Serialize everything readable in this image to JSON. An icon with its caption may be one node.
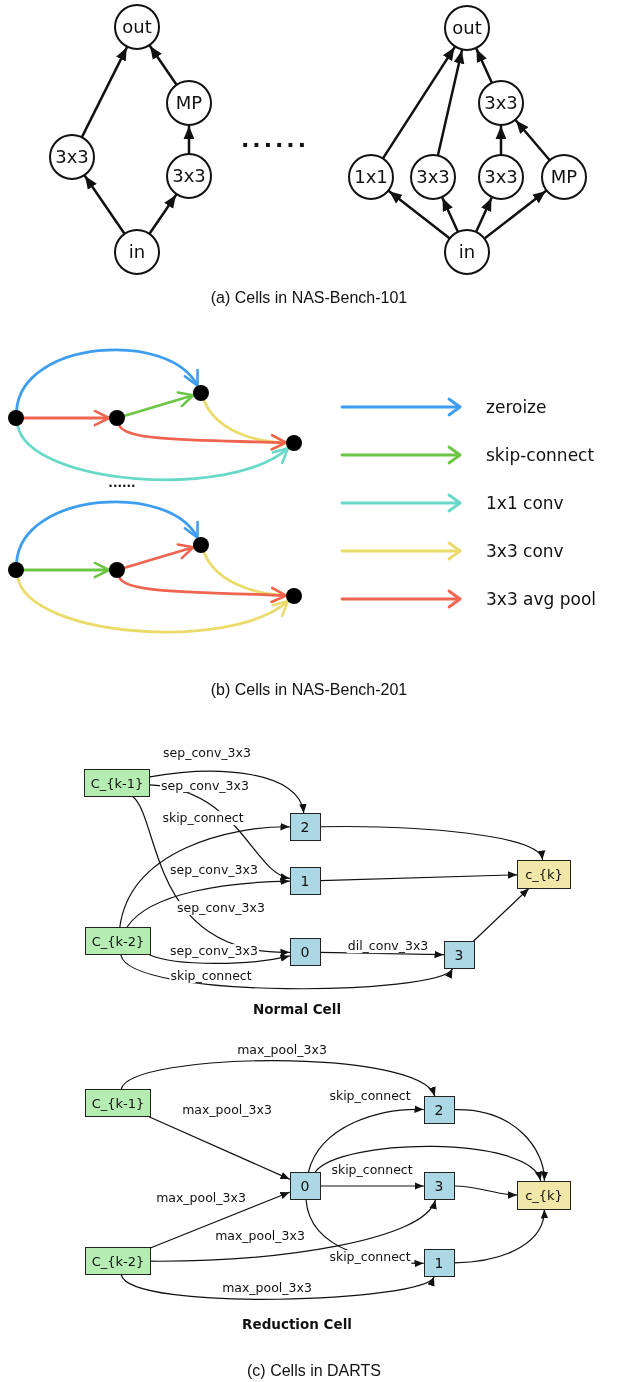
{
  "diagram": {
    "nodes": [
      {
        "text": [
          "out"
        ]
      },
      {
        "text": [
          "MP"
        ]
      },
      {
        "text": [
          "3x3"
        ]
      },
      {
        "text": [
          "3x3"
        ]
      },
      {
        "text": [
          "in"
        ]
      },
      {
        "text": [
          "out"
        ]
      },
      {
        "text": [
          "3x3"
        ]
      },
      {
        "text": [
          "1x1"
        ]
      },
      {
        "text": [
          "3x3"
        ]
      },
      {
        "text": [
          "3x3"
        ]
      },
      {
        "text": [
          "MP"
        ]
      },
      {
        "text": [
          "in"
        ]
      },
      {
        "text": [],
        "shape": "circle"
      },
      {
        "text": [],
        "shape": "circle"
      },
      {
        "text": [],
        "shape": "circle"
      },
      {
        "text": [],
        "shape": "circle"
      },
      {
        "text": [],
        "shape": "circle"
      },
      {
        "text": [],
        "shape": "circle"
      },
      {
        "text": [],
        "shape": "circle"
      },
      {
        "text": [],
        "shape": "circle"
      },
      {
        "text": [
          "C_{k-1}"
        ]
      },
      {
        "text": [
          "2"
        ]
      },
      {
        "text": [
          "1"
        ]
      },
      {
        "text": [
          "c_{k}"
        ]
      },
      {
        "text": [
          "C_{k-2}"
        ]
      },
      {
        "text": [
          "0"
        ]
      },
      {
        "text": [
          "3"
        ]
      },
      {
        "text": [
          "C_{k-1}"
        ]
      },
      {
        "text": [
          "2"
        ]
      },
      {
        "text": [
          "0"
        ]
      },
      {
        "text": [
          "3"
        ]
      },
      {
        "text": [
          "c_{k}"
        ]
      },
      {
        "text": [
          "C_{k-2}"
        ]
      },
      {
        "text": [
          "1"
        ]
      }
    ],
    "edges": [
      {
        "from": 4,
        "to": 2,
        "arrow": "to"
      },
      {
        "from": 2,
        "to": 0,
        "arrow": "to"
      },
      {
        "from": 4,
        "to": 3,
        "arrow": "to"
      },
      {
        "from": 3,
        "to": 1,
        "arrow": "to"
      },
      {
        "from": 1,
        "to": 0,
        "arrow": "to"
      },
      {
        "from": 11,
        "to": 7,
        "arrow": "to"
      },
      {
        "from": 11,
        "to": 8,
        "arrow": "to"
      },
      {
        "from": 11,
        "to": 9,
        "arrow": "to"
      },
      {
        "from": 11,
        "to": 10,
        "arrow": "to"
      },
      {
        "from": 7,
        "to": 5,
        "arrow": "to"
      },
      {
        "from": 8,
        "to": 5,
        "arrow": "to"
      },
      {
        "from": 9,
        "to": 6,
        "arrow": "to"
      },
      {
        "from": 10,
        "to": 6,
        "arrow": "to"
      },
      {
        "from": 6,
        "to": 5,
        "arrow": "to"
      },
      {
        "from": 12,
        "to": 14,
        "arrow": "to",
        "color": "#3d9df0"
      },
      {
        "from": 12,
        "to": 13,
        "arrow": "to",
        "color": "#ee6450"
      },
      {
        "from": 13,
        "to": 14,
        "arrow": "to",
        "color": "#6cc644"
      },
      {
        "from": 14,
        "to": 15,
        "arrow": "to",
        "color": "#eadb6b"
      },
      {
        "from": 13,
        "to": 15,
        "arrow": "to",
        "color": "#ee6450"
      },
      {
        "from": 12,
        "to": 15,
        "arrow": "to",
        "color": "#68d8c8"
      },
      {
        "from": 16,
        "to": 18,
        "arrow": "to",
        "color": "#3d9df0"
      },
      {
        "from": 16,
        "to": 17,
        "arrow": "to",
        "color": "#6cc644"
      },
      {
        "from": 17,
        "to": 18,
        "arrow": "to",
        "color": "#ee6450"
      },
      {
        "from": 18,
        "to": 19,
        "arrow": "to",
        "color": "#eadb6b"
      },
      {
        "from": 17,
        "to": 19,
        "arrow": "to",
        "color": "#ee6450"
      },
      {
        "from": 16,
        "to": 19,
        "arrow": "to",
        "color": "#eadb6b"
      },
      {
        "from": 20,
        "to": 21,
        "arrow": "to",
        "label": "sep_conv_3x3"
      },
      {
        "from": 20,
        "to": 22,
        "arrow": "to",
        "label": "sep_conv_3x3"
      },
      {
        "from": 24,
        "to": 21,
        "arrow": "to",
        "label": "skip_connect"
      },
      {
        "from": 24,
        "to": 22,
        "arrow": "to",
        "label": "sep_conv_3x3"
      },
      {
        "from": 20,
        "to": 25,
        "arrow": "to",
        "label": "sep_conv_3x3"
      },
      {
        "from": 24,
        "to": 25,
        "arrow": "to",
        "label": "sep_conv_3x3"
      },
      {
        "from": 24,
        "to": 26,
        "arrow": "to",
        "label": "skip_connect"
      },
      {
        "from": 25,
        "to": 26,
        "arrow": "to",
        "label": "dil_conv_3x3"
      },
      {
        "from": 21,
        "to": 23,
        "arrow": "to"
      },
      {
        "from": 22,
        "to": 23,
        "arrow": "to"
      },
      {
        "from": 26,
        "to": 23,
        "arrow": "to"
      },
      {
        "from": 27,
        "to": 28,
        "arrow": "to",
        "label": "max_pool_3x3"
      },
      {
        "from": 27,
        "to": 29,
        "arrow": "to",
        "label": "max_pool_3x3"
      },
      {
        "from": 29,
        "to": 28,
        "arrow": "to",
        "label": "skip_connect"
      },
      {
        "from": 29,
        "to": 30,
        "arrow": "to",
        "label": "skip_connect"
      },
      {
        "from": 29,
        "to": 31,
        "arrow": "to"
      },
      {
        "from": 29,
        "to": 33,
        "arrow": "to",
        "label": "skip_connect"
      },
      {
        "from": 32,
        "to": 29,
        "arrow": "to",
        "label": "max_pool_3x3"
      },
      {
        "from": 32,
        "to": 30,
        "arrow": "to",
        "label": "max_pool_3x3"
      },
      {
        "from": 32,
        "to": 33,
        "arrow": "to",
        "label": "max_pool_3x3"
      },
      {
        "from": 28,
        "to": 31,
        "arrow": "to"
      },
      {
        "from": 30,
        "to": 31,
        "arrow": "to"
      },
      {
        "from": 33,
        "to": 31,
        "arrow": "to"
      }
    ],
    "labels": [
      "......",
      "(a) Cells in NAS-Bench-101",
      "......",
      "(b) Cells in NAS-Bench-201",
      "Normal Cell",
      "Reduction Cell",
      "(c) Cells in DARTS"
    ],
    "legend": [
      {
        "text": "zeroize",
        "color": "#3d9df0"
      },
      {
        "text": "skip-connect",
        "color": "#6cc644"
      },
      {
        "text": "1x1 conv",
        "color": "#68d8c8"
      },
      {
        "text": "3x3 conv",
        "color": "#eadb6b"
      },
      {
        "text": "3x3 avg pool",
        "color": "#ee6450"
      }
    ]
  }
}
